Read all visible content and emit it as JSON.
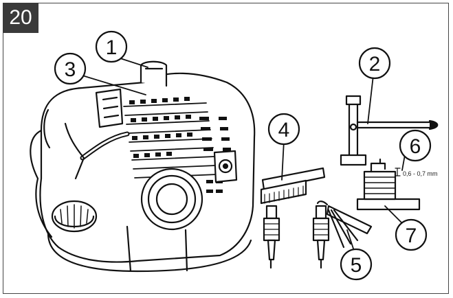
{
  "figure": {
    "number": "20"
  },
  "callouts": [
    "1",
    "2",
    "3",
    "4",
    "5",
    "6",
    "7"
  ],
  "gap_spec": "0,6 - 0,7 mm",
  "colors": {
    "ink": "#111111",
    "badge": "#3a3a3a",
    "frame": "#444444"
  }
}
